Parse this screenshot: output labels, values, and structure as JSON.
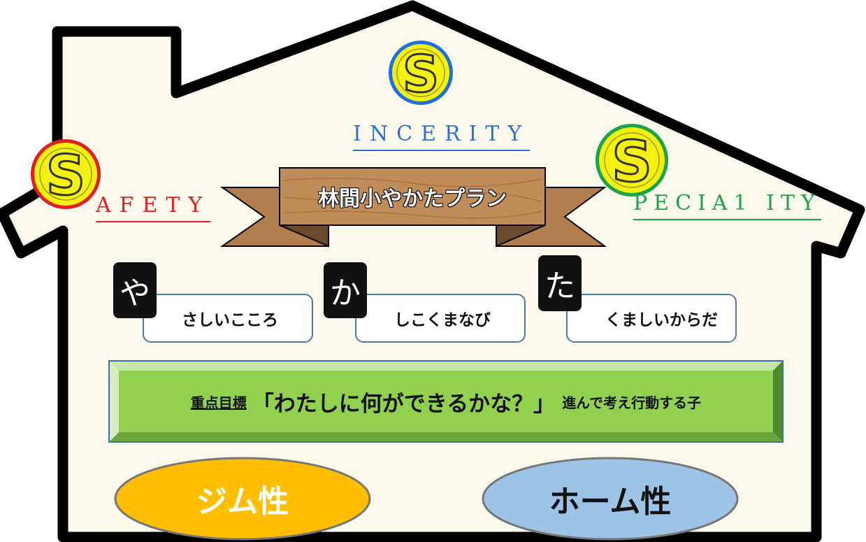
{
  "title": "林間小やかたプラン",
  "values": {
    "sincerity": {
      "initial": "S",
      "rest": "INCERITY",
      "color": "#2f6fd8"
    },
    "safety": {
      "initial": "S",
      "rest": "AFETY",
      "color": "#e02020"
    },
    "speciality": {
      "initial": "S",
      "rest": "PECIA1 ITY",
      "color": "#1aa34a"
    }
  },
  "keywords": [
    {
      "char": "や",
      "text": "さしいこころ"
    },
    {
      "char": "か",
      "text": "しこくまなび"
    },
    {
      "char": "た",
      "text": "くましいからだ"
    }
  ],
  "goal": {
    "label": "重点目標",
    "main": "「わたしに何ができるかな？」",
    "tail": "進んで考え行動する子"
  },
  "groups": [
    {
      "label": "ジム性",
      "fill": "#ffbf00",
      "text_color": "#ffffff"
    },
    {
      "label": "ホーム性",
      "fill": "#9dc3e6",
      "text_color": "#111111"
    }
  ],
  "colors": {
    "house_fill": "#fbf8ec",
    "house_outline": "#000000",
    "coin_fill": "#f4f010",
    "goal_fill": "#92d050",
    "banner_wood": "#b27e4e"
  }
}
